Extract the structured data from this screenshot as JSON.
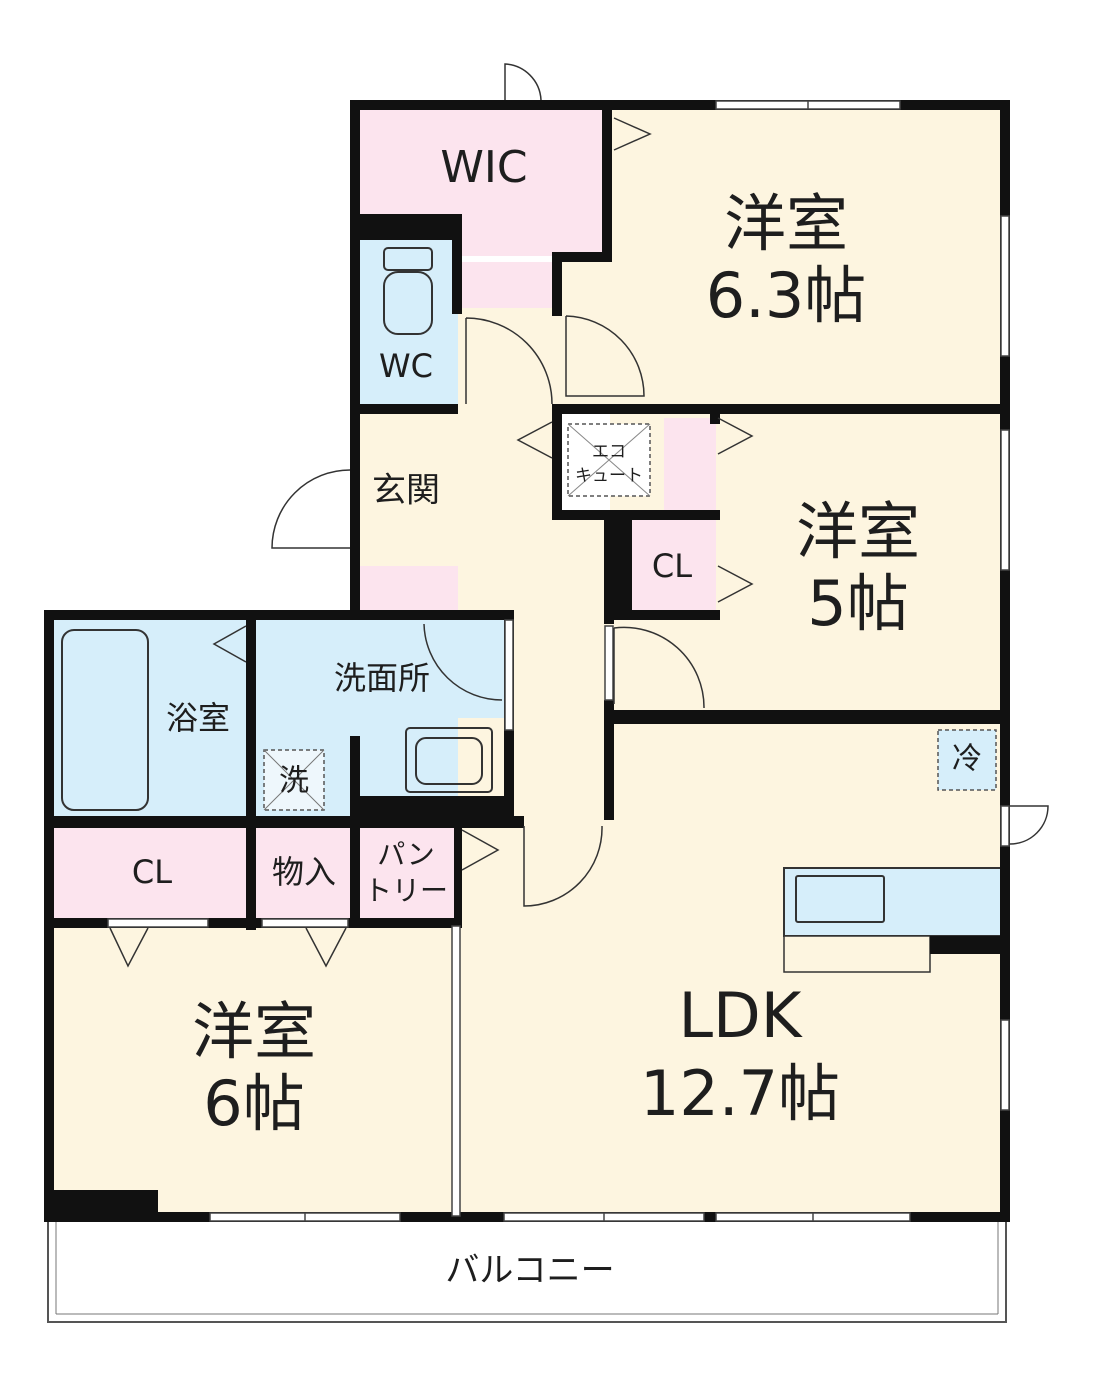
{
  "rooms": {
    "wic": "WIC",
    "wc": "WC",
    "bedroom_north": {
      "name": "洋室",
      "size": "6.3帖"
    },
    "bedroom_east": {
      "name": "洋室",
      "size": "5帖"
    },
    "bedroom_southwest": {
      "name": "洋室",
      "size": "6帖"
    },
    "ldk": {
      "name": "LDK",
      "size": "12.7帖"
    },
    "entrance": "玄関",
    "washroom": "洗面所",
    "bathroom": "浴室",
    "closet_east": "CL",
    "closet_west": "CL",
    "storage": "物入",
    "pantry_line1": "パン",
    "pantry_line2": "トリー",
    "ecocute_line1": "エコ",
    "ecocute_line2": "キュート",
    "washer": "洗",
    "fridge": "冷",
    "balcony": "バルコニー"
  },
  "colors": {
    "room_floor": "#fdf5e0",
    "storage_pink": "#fce4ee",
    "wet_blue": "#d6eefa",
    "wall": "#111111"
  }
}
